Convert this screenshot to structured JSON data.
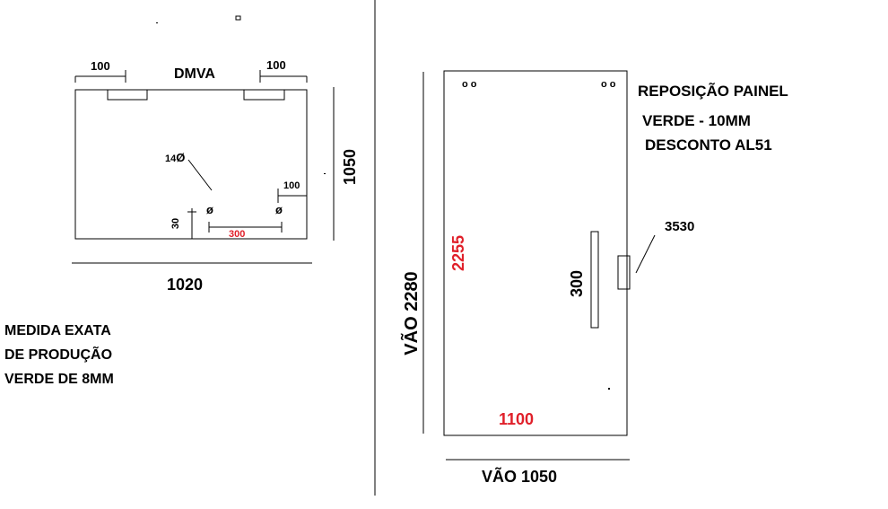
{
  "left_panel": {
    "title": "DMVA",
    "dim_top_left": "100",
    "dim_top_right": "100",
    "dim_height": "1050",
    "dim_width": "1020",
    "hole_diameter": "14",
    "hole_symbol": "Ø",
    "hole_symbol_small": "ø",
    "dim_side_right": "100",
    "dim_bottom": "30",
    "dim_hole_spacing": "300",
    "note_line1": "MEDIDA EXATA",
    "note_line2": "DE PRODUÇÃO",
    "note_line3": "VERDE DE 8MM"
  },
  "right_panel": {
    "top_left_marks": "o o",
    "top_right_marks": "o o",
    "title_line1": "REPOSIÇÃO PAINEL",
    "title_line2": "VERDE - 10MM",
    "title_line3": "DESCONTO AL51",
    "handle_code": "3530",
    "dim_inner_height": "2255",
    "dim_handle": "300",
    "dim_inner_width": "1100",
    "dim_opening_height": "VÃO  2280",
    "dim_opening_width": "VÃO 1050"
  },
  "colors": {
    "line": "#000000",
    "accent_red": "#e0202a"
  }
}
